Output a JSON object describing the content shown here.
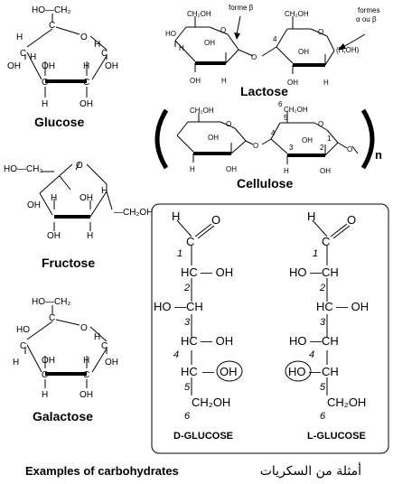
{
  "names": {
    "glucose": "Glucose",
    "lactose": "Lactose",
    "cellulose": "Cellulose",
    "fructose": "Fructose",
    "galactose": "Galactose",
    "d_glucose": "D-GLUCOSE",
    "l_glucose": "L-GLUCOSE"
  },
  "annotations": {
    "forme_beta": "forme β",
    "formes_line1": "formes",
    "formes_line2": "α ou β",
    "h_oh": "(H,OH)",
    "n": "n"
  },
  "groups": {
    "ho_ch2": "HO—CH₂",
    "ch2oh": "CH₂OH",
    "ch2oh_dash": "—CH₂OH",
    "c": "C",
    "o": "O",
    "h": "H",
    "oh": "OH",
    "ho": "HO",
    "hc": "HC",
    "ch": "CH",
    "dash_oh": "— OH",
    "ho_dash": "HO —",
    "dash": "—",
    "dbl": "="
  },
  "carbon_numbers": [
    "1",
    "2",
    "3",
    "4",
    "5",
    "6"
  ],
  "footer": {
    "english": "Examples of carbohydrates",
    "arabic": "أمثلة من السكريات"
  }
}
